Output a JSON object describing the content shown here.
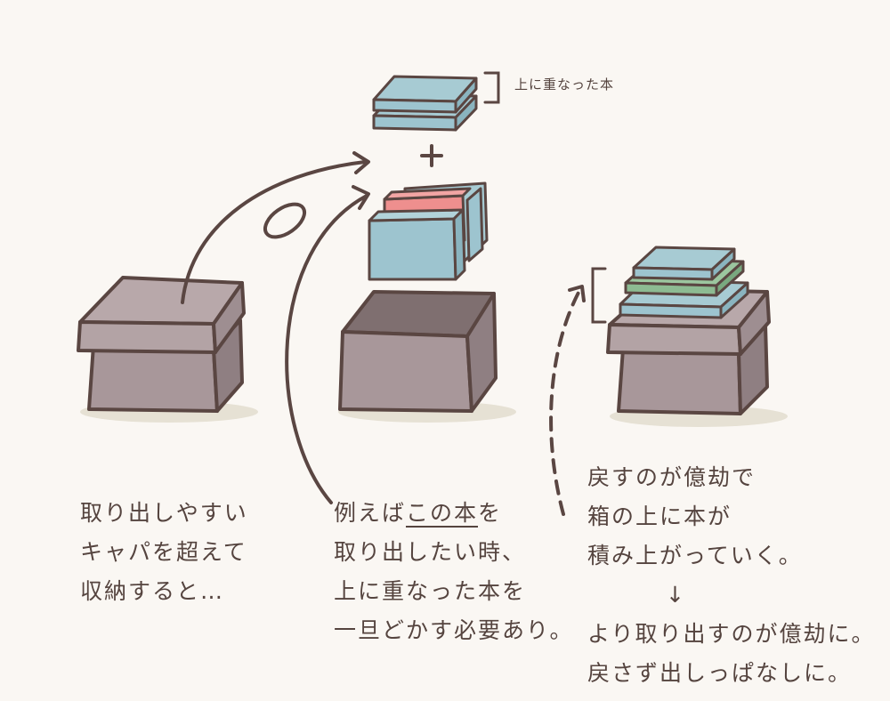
{
  "labels": {
    "top_books": "上に重なった本",
    "plus": "+"
  },
  "captions": {
    "left": [
      "取り出しやすい",
      "キャパを超えて",
      "収納すると…"
    ],
    "middle": {
      "line1_pre": "例えば",
      "line1_underlined": "この本",
      "line1_post": "を",
      "line2": "取り出したい時、",
      "line3": "上に重なった本を",
      "line4": "一旦どかす必要あり。"
    },
    "right": [
      "戻すのが億劫で",
      "箱の上に本が",
      "積み上がっていく。"
    ],
    "arrow": "↓",
    "right_after": [
      "より取り出すのが億劫に。",
      "戻さず出しっぱなしに。"
    ]
  },
  "colors": {
    "outline": "#5a4642",
    "box_body": "#a8979a",
    "box_lid": "#b3a3a5",
    "box_inner": "#7f6f70",
    "book_blue": "#9dc4cf",
    "book_red": "#ee8f8e",
    "book_green": "#8dbb92",
    "shadow": "#e6e1d4"
  }
}
